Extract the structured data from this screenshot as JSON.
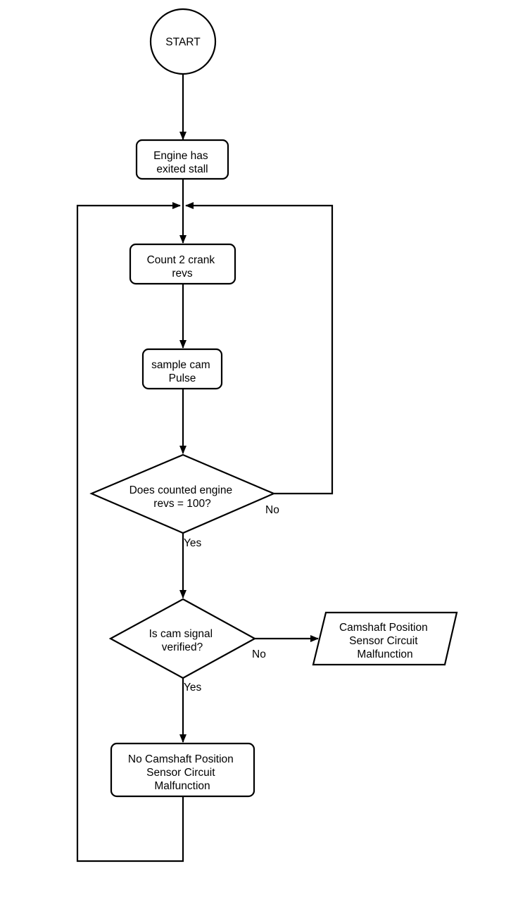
{
  "flowchart": {
    "start": {
      "label": "START"
    },
    "engine_exited_stall": {
      "lines": [
        "Engine has",
        "exited stall"
      ]
    },
    "count_crank_revs": {
      "lines": [
        "Count 2 crank",
        "revs"
      ]
    },
    "sample_cam_pulse": {
      "lines": [
        "sample cam",
        "Pulse"
      ]
    },
    "decision_revs_100": {
      "lines": [
        "Does counted engine",
        "revs = 100?"
      ]
    },
    "decision_cam_verified": {
      "lines": [
        "Is cam signal",
        "verified?"
      ]
    },
    "output_malfunction": {
      "lines": [
        "Camshaft Position",
        "Sensor Circuit",
        "Malfunction"
      ]
    },
    "no_malfunction": {
      "lines": [
        "No Camshaft Position",
        "Sensor Circuit",
        "Malfunction"
      ]
    },
    "edges": {
      "revs_no": "No",
      "revs_yes": "Yes",
      "cam_no": "No",
      "cam_yes": "Yes"
    }
  },
  "colors": {
    "stroke": "#000000",
    "fill": "#ffffff"
  }
}
